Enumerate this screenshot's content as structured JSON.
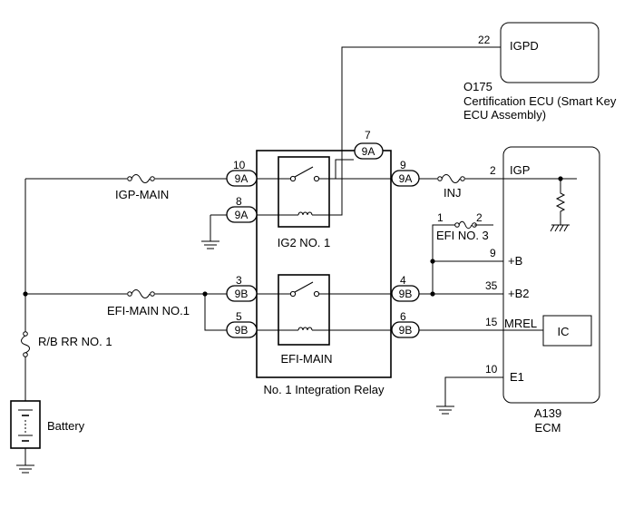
{
  "ecu_top": {
    "pin_no": "22",
    "pin_label": "IGPD",
    "code": "O175",
    "name_line1": "Certification ECU (Smart Key",
    "name_line2": "ECU Assembly)"
  },
  "fuses": {
    "igp_main": "IGP-MAIN",
    "efi_main_no1": "EFI-MAIN NO.1",
    "rb_rr_no1": "R/B RR NO. 1",
    "inj": "INJ",
    "efi_no3": "EFI NO. 3",
    "efi_no3_pin_a": "1",
    "efi_no3_pin_b": "2"
  },
  "battery": "Battery",
  "relay": {
    "title": "No. 1 Integration Relay",
    "ig2_label": "IG2 NO. 1",
    "efi_main_label": "EFI-MAIN"
  },
  "connectors": {
    "top": {
      "pin": "7",
      "code": "9A"
    },
    "ig2_in": {
      "pin": "10",
      "code": "9A"
    },
    "ig2_coil": {
      "pin": "8",
      "code": "9A"
    },
    "ig2_out": {
      "pin": "9",
      "code": "9A"
    },
    "efi_in": {
      "pin": "3",
      "code": "9B"
    },
    "efi_coil": {
      "pin": "5",
      "code": "9B"
    },
    "efi_out": {
      "pin": "4",
      "code": "9B"
    },
    "efi_coil_out": {
      "pin": "6",
      "code": "9B"
    }
  },
  "ecm": {
    "code": "A139",
    "name": "ECM",
    "ic": "IC",
    "pins": [
      {
        "no": "2",
        "name": "IGP"
      },
      {
        "no": "9",
        "name": "+B"
      },
      {
        "no": "35",
        "name": "+B2"
      },
      {
        "no": "15",
        "name": "MREL"
      },
      {
        "no": "10",
        "name": "E1"
      }
    ]
  }
}
